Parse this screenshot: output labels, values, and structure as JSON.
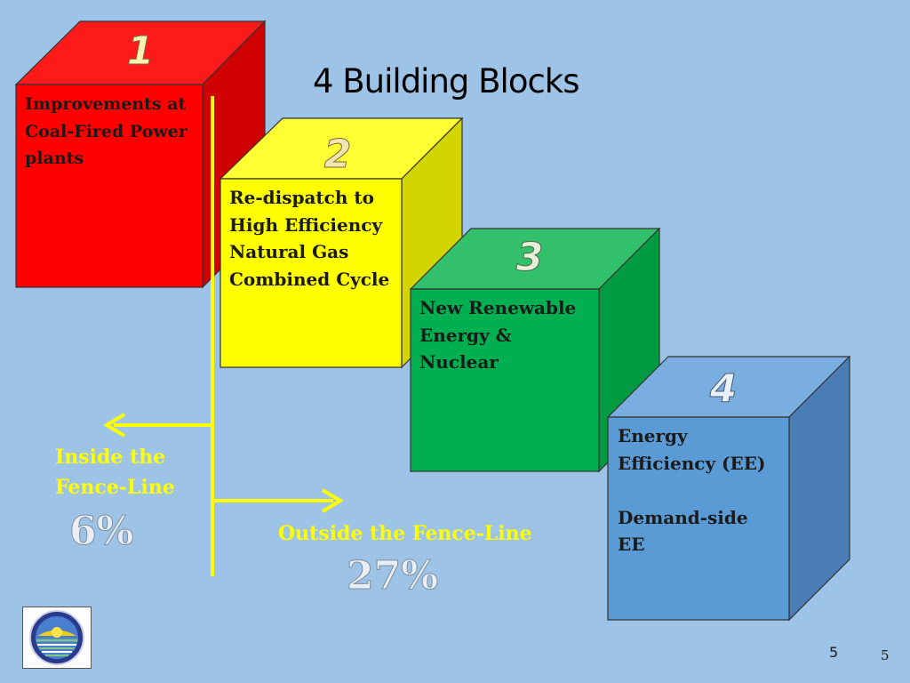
{
  "slide": {
    "title": "4 Building Blocks",
    "page_number": "5",
    "footer_number": "5"
  },
  "blocks": [
    {
      "number": "1",
      "text": "Improvements at\nCoal-Fired Power\nplants",
      "color": "#FF0000"
    },
    {
      "number": "2",
      "text": "Re-dispatch to\nHigh Efficiency\nNatural Gas\nCombined Cycle",
      "color": "#FFFF00"
    },
    {
      "number": "3",
      "text": "New Renewable\nEnergy &\nNuclear",
      "color": "#00B050"
    },
    {
      "number": "4",
      "text": "Energy\nEfficiency (EE)\n\nDemand-side\nEE",
      "color": "#5B9BD5"
    }
  ],
  "inside_fence": {
    "label": "Inside the\nFence-Line",
    "percent": "6%"
  },
  "outside_fence": {
    "label": "Outside the Fence-Line",
    "percent": "27%"
  },
  "colors": {
    "background": "#9DC3E6",
    "accent": "#FFFF00"
  }
}
